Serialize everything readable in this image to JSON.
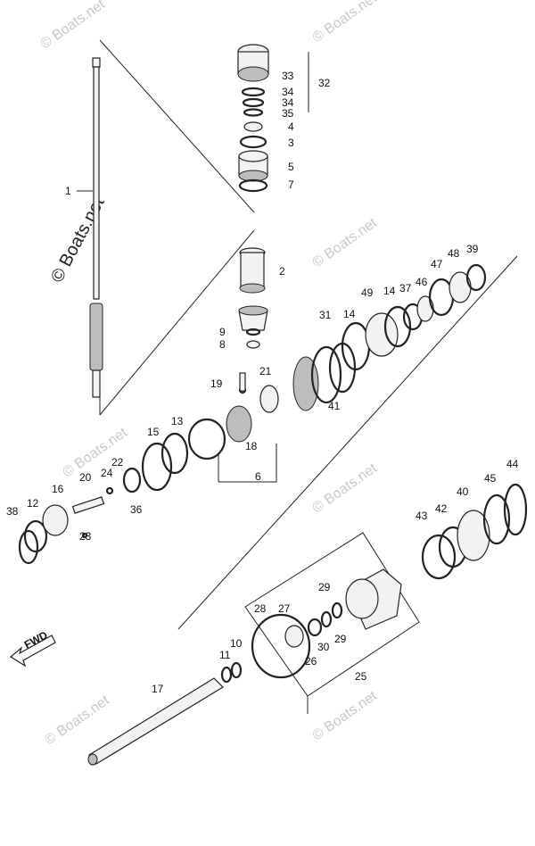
{
  "watermarks": {
    "main": "© Boats.net",
    "repeat": "© Boats.net"
  },
  "fwd_arrow": {
    "label": "FWD",
    "icon": "fwd-arrow-icon"
  },
  "part_labels": {
    "p1": "1",
    "p2": "2",
    "p3": "3",
    "p4": "4",
    "p5": "5",
    "p6": "6",
    "p7": "7",
    "p8": "8",
    "p9": "9",
    "p10": "10",
    "p11": "11",
    "p12": "12",
    "p13": "13",
    "p14a": "14",
    "p14b": "14",
    "p15": "15",
    "p16": "16",
    "p17": "17",
    "p18": "18",
    "p19": "19",
    "p20": "20",
    "p21": "21",
    "p22": "22",
    "p23": "23",
    "p24": "24",
    "p25": "25",
    "p26": "26",
    "p27": "27",
    "p28": "28",
    "p29a": "29",
    "p29b": "29",
    "p30": "30",
    "p31": "31",
    "p32": "32",
    "p33": "33",
    "p34a": "34",
    "p34b": "34",
    "p35": "35",
    "p36": "36",
    "p37": "37",
    "p38": "38",
    "p39": "39",
    "p40": "40",
    "p41": "41",
    "p42": "42",
    "p43": "43",
    "p44": "44",
    "p45": "45",
    "p46": "46",
    "p47": "47",
    "p48": "48",
    "p49": "49"
  }
}
